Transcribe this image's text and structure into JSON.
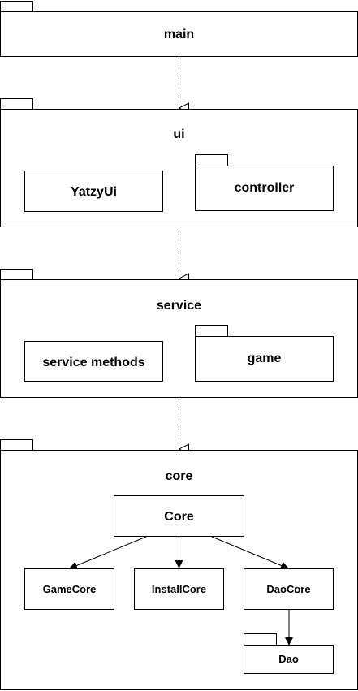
{
  "packages": {
    "main": "main",
    "ui": "ui",
    "controller": "controller",
    "service": "service",
    "game": "game",
    "core": "core",
    "dao": "Dao"
  },
  "classes": {
    "yatzy_ui": "YatzyUi",
    "service_methods": "service methods",
    "core": "Core",
    "game_core": "GameCore",
    "install_core": "InstallCore",
    "dao_core": "DaoCore"
  }
}
